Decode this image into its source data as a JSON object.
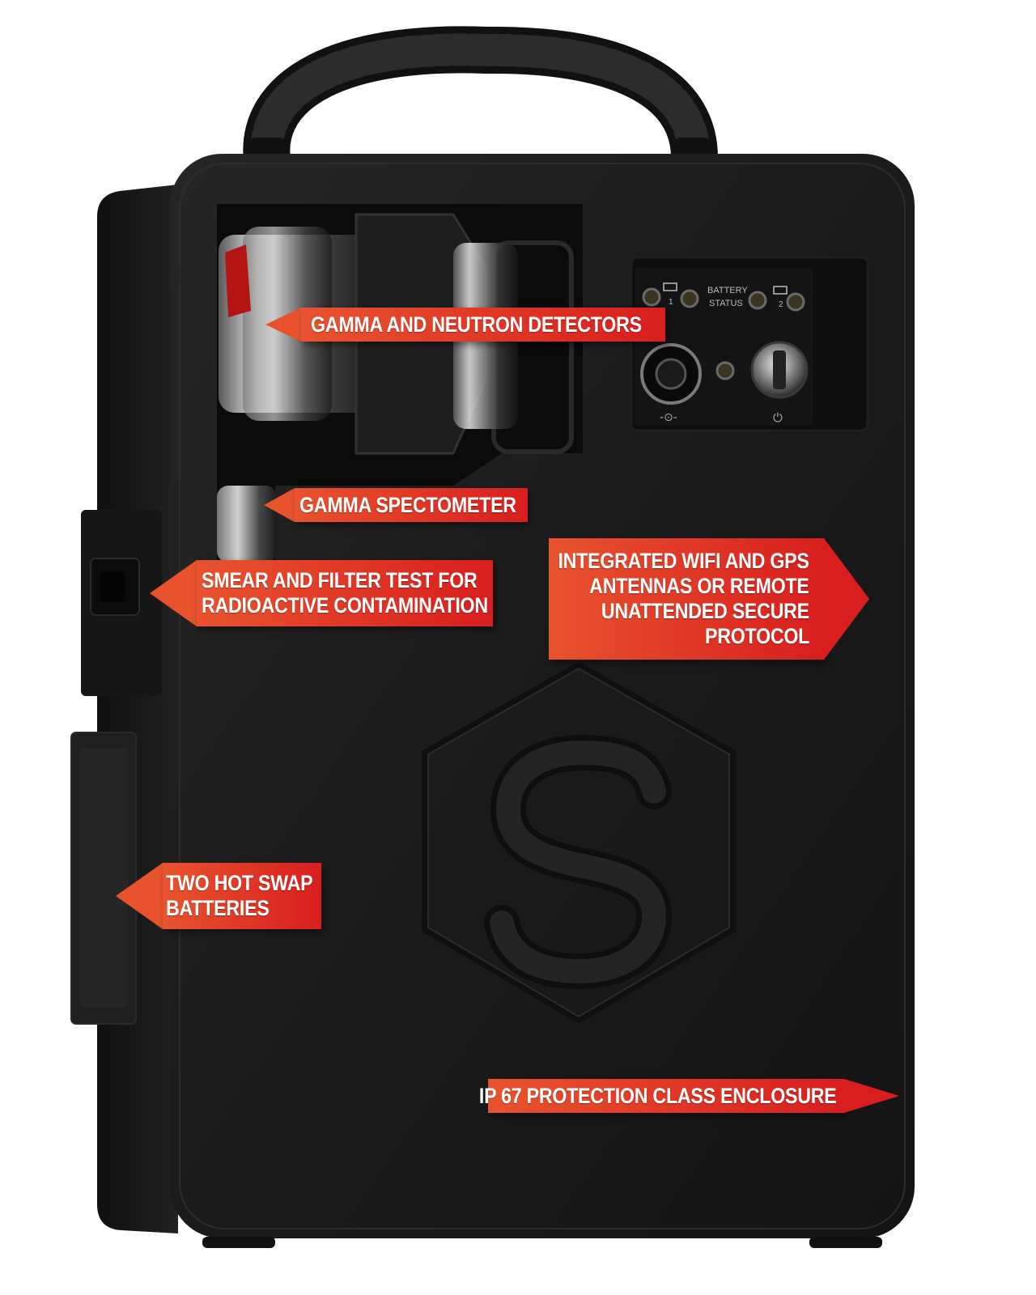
{
  "callouts": {
    "gamma_neutron": "GAMMA AND NEUTRON DETECTORS",
    "gamma_spectrometer": "GAMMA SPECTOMETER",
    "smear_line1": "SMEAR AND FILTER TEST FOR",
    "smear_line2": "RADIOACTIVE CONTAMINATION",
    "wifi_line1": "INTEGRATED WIFI AND GPS",
    "wifi_line2": "ANTENNAS OR REMOTE",
    "wifi_line3": "UNATTENDED SECURE",
    "wifi_line4": "PROTOCOL",
    "batteries_line1": "TWO HOT SWAP",
    "batteries_line2": "BATTERIES",
    "enclosure": "IP 67 PROTECTION CLASS ENCLOSURE"
  },
  "control_panel": {
    "battery_status_line1": "BATTERY",
    "battery_status_line2": "STATUS",
    "battery_1": "1",
    "battery_2": "2"
  },
  "colors": {
    "callout_red": "#d81e1e",
    "callout_orange": "#e8532e",
    "case_black": "#1c1c1c"
  }
}
